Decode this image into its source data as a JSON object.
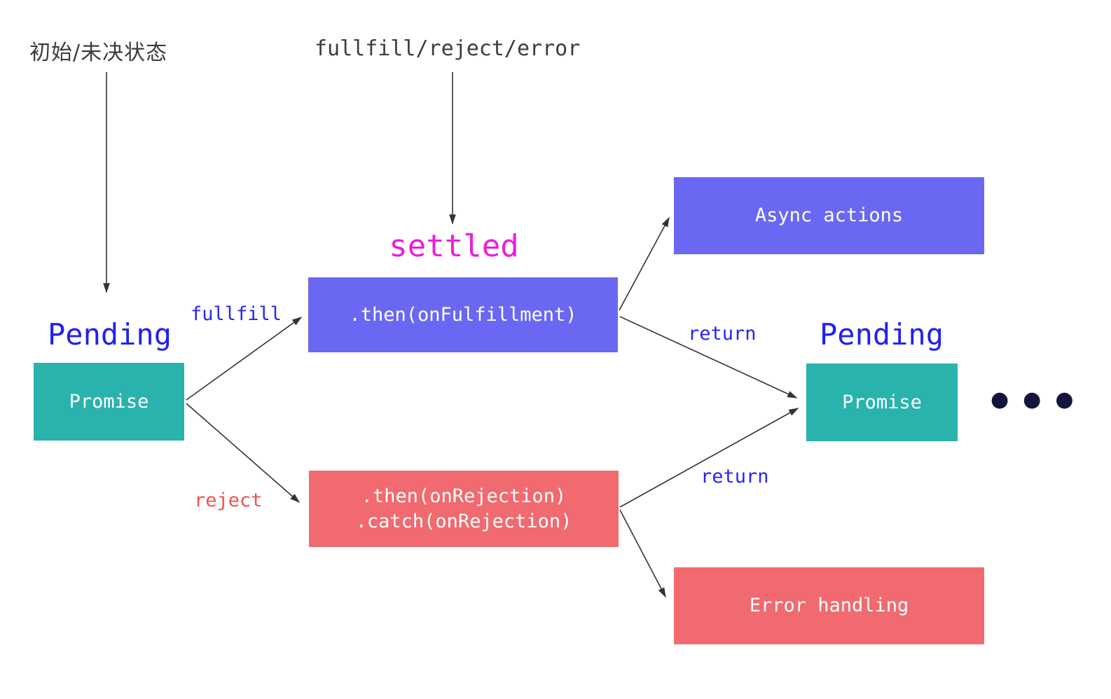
{
  "diagram": {
    "title_annotations": {
      "initial_state": "初始/未决状态",
      "settle_events": "fullfill/reject/error",
      "settled": "settled"
    },
    "state_labels": {
      "pending_left": "Pending",
      "pending_right": "Pending"
    },
    "nodes": {
      "promise_left": {
        "label": "Promise",
        "color": "#2ab3ad"
      },
      "fulfillment": {
        "label": ".then(onFulfillment)",
        "color": "#6a68f2"
      },
      "rejection": {
        "line1": ".then(onRejection)",
        "line2": ".catch(onRejection)",
        "color": "#f16a6f"
      },
      "async_actions": {
        "label": "Async actions",
        "color": "#6a68f2"
      },
      "promise_right": {
        "label": "Promise",
        "color": "#2ab3ad"
      },
      "error_handling": {
        "label": "Error handling",
        "color": "#f16a6f"
      }
    },
    "edge_labels": {
      "fullfill": "fullfill",
      "reject": "reject",
      "return_top": "return",
      "return_bottom": "return"
    },
    "ellipsis": "●●●",
    "colors": {
      "teal": "#2ab3ad",
      "purple": "#6a68f2",
      "red": "#f16a6f",
      "blue_text": "#2121f0",
      "magenta_text": "#ee1cd9",
      "red_text": "#f5504e",
      "heading_text": "#3d3d3d",
      "arrow": "#333333",
      "background": "#ffffff"
    }
  }
}
